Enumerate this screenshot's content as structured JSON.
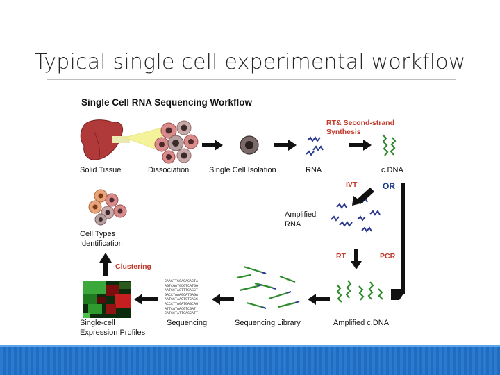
{
  "slide": {
    "title": "Typical single cell experimental workflow"
  },
  "diagram": {
    "heading": "Single Cell RNA Sequencing Workflow",
    "steps": {
      "solid_tissue": "Solid Tissue",
      "dissociation": "Dissociation",
      "single_cell_isolation": "Single Cell Isolation",
      "rna": "RNA",
      "cdna": "c.DNA",
      "amplified_rna_line1": "Amplified",
      "amplified_rna_line2": "RNA",
      "amplified_cdna": "Amplified c.DNA",
      "sequencing_library": "Sequencing Library",
      "sequencing": "Sequencing",
      "expression_line1": "Single-cell",
      "expression_line2": "Expression Profiles",
      "cell_types_line1": "Cell Types",
      "cell_types_line2": "Identification"
    },
    "annotations": {
      "rt_second_strand_line1": "RT& Second-strand",
      "rt_second_strand_line2": "Synthesis",
      "ivt": "IVT",
      "or": "OR",
      "rt": "RT",
      "pcr": "PCR",
      "clustering": "Clustering"
    },
    "sequence_text": "CAAGTTCCACACACTA\nAGTCGATGCGTCATGG\nAATCCTACTTTCAGCT\nGACCTAAAGCATGAGA\nAATCCTAACTCTCAGC\nACCCTTAGATGAGCAG\nATTCATAACGTCGAT\nCATCCTATTGAGGATT",
    "colors": {
      "annotation_red": "#c0392b",
      "or_blue": "#1a3a8a",
      "tissue": "#b03a3a",
      "cell_pink": "#d98c8c",
      "dna_green": "#2e8b2e",
      "rna_blue": "#2b3a8f"
    }
  }
}
